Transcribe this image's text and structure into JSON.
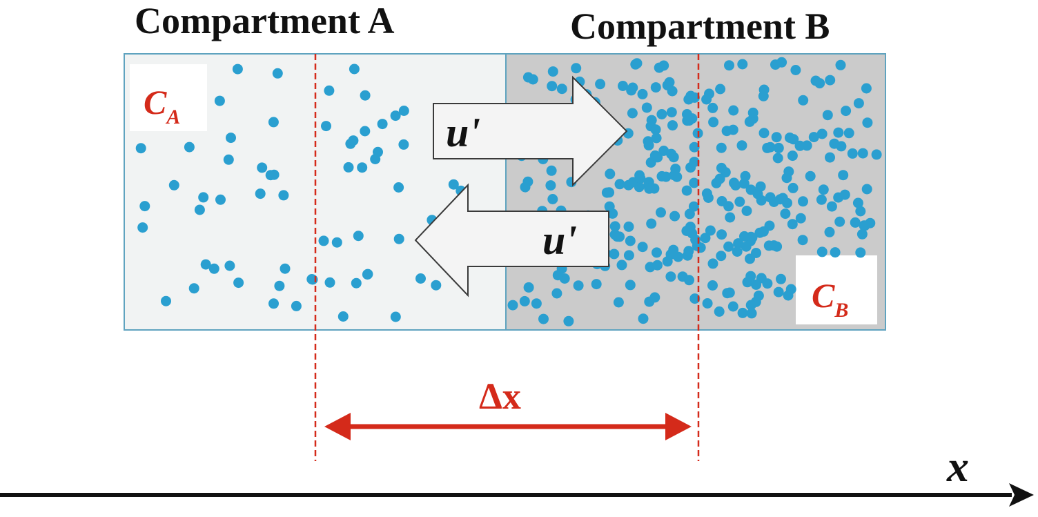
{
  "diagram": {
    "compartment_a": {
      "title": "Compartment A",
      "concentration_symbol": "C",
      "concentration_subscript": "A"
    },
    "compartment_b": {
      "title": "Compartment B",
      "concentration_symbol": "C",
      "concentration_subscript": "B"
    },
    "flux_right_label": "u'",
    "flux_left_label": "u'",
    "distance_label": "Δx",
    "axis_label": "x",
    "colors": {
      "particle": "#2a9fd0",
      "compartment_a_fill": "#f1f3f3",
      "compartment_b_fill": "#cbcbcb",
      "border": "#5fa3bf",
      "red": "#d42a1a",
      "arrow_fill": "#f4f4f4",
      "arrow_stroke": "#3a3a3a",
      "axis": "#111111"
    },
    "particles_a_count": 62,
    "particles_b_count": 300
  }
}
